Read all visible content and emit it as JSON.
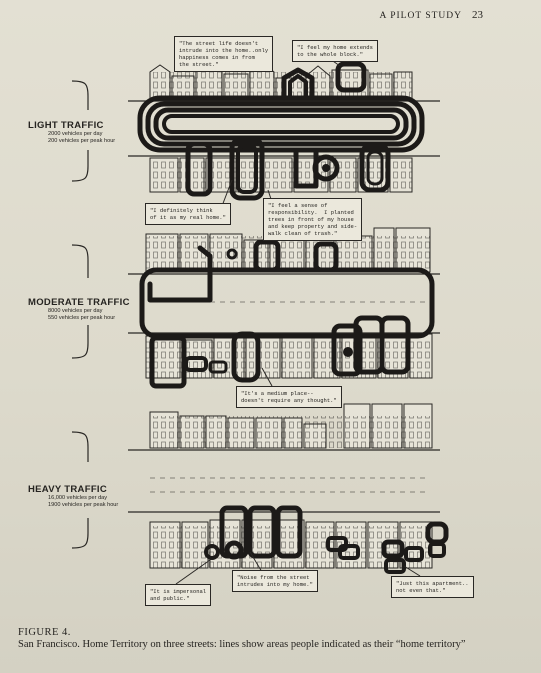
{
  "running_head": {
    "title": "A PILOT STUDY",
    "page_number": "23"
  },
  "streets": [
    {
      "label": "LIGHT TRAFFIC",
      "vehicles_day": "2000 vehicles per day",
      "vehicles_hour": "200 vehicles per peak hour"
    },
    {
      "label": "MODERATE TRAFFIC",
      "vehicles_day": "8000 vehicles per day",
      "vehicles_hour": "550 vehicles per peak hour"
    },
    {
      "label": "HEAVY TRAFFIC",
      "vehicles_day": "16,000 vehicles per day",
      "vehicles_hour": "1900 vehicles per peak hour"
    }
  ],
  "quotes": {
    "q1": "\"The street life doesn't\nintrude into the home..only\nhappiness comes in from\nthe street.\"",
    "q2": "\"I feel my home extends\nto the whole block.\"",
    "q3": "\"I definitely think\nof it as my real home.\"",
    "q4": "\"I feel a sense of\nresponsibility.  I planted\ntrees in front of my house\nand keep property and side-\nwalk clean of trash.\"",
    "q5": "\"It's a medium place--\ndoesn't require any thought.\"",
    "q6": "\"It is impersonal\nand public.\"",
    "q7": "\"Noise from the street\nintrudes into my home.\"",
    "q8": "\"Just this apartment..\nnot even that.\""
  },
  "caption": {
    "figure": "FIGURE 4.",
    "text": "San Francisco. Home Territory on three streets: lines show areas people indicated as their “home territory”"
  },
  "colors": {
    "ink": "#1c1a18",
    "paper": "#e0ddd0",
    "building": "#e6e3d7"
  }
}
